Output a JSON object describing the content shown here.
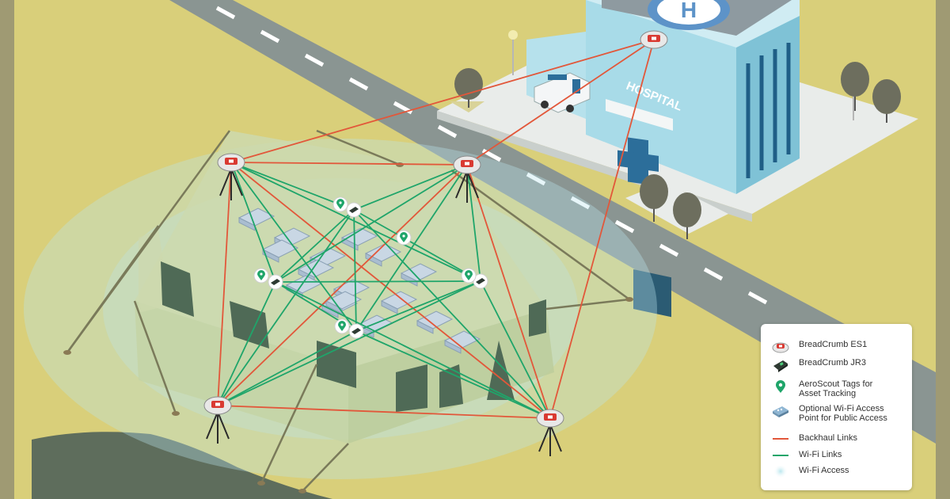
{
  "colors": {
    "backhaul": "#e2573a",
    "wifi": "#1fa56a",
    "ground": "#d9cf7a",
    "road": "#8a9592",
    "tent": "#cdd9ae",
    "tent_dark": "#4f6a56",
    "hospital": "#a8dbe8",
    "wifi_access": "#b9e6ee"
  },
  "icons": {
    "es1": "breadcrumb-es1-icon",
    "jr3": "breadcrumb-jr3-icon",
    "tag": "map-pin-icon",
    "ap": "wifi-access-point-icon"
  },
  "hospital": {
    "sign": "HOSPITAL",
    "helipad": "H"
  },
  "legend": {
    "items": [
      {
        "label": "BreadCrumb ES1",
        "symbol": "es1"
      },
      {
        "label": "BreadCrumb JR3",
        "symbol": "jr3"
      },
      {
        "label": "AeroScout Tags for\nAsset Tracking",
        "symbol": "tag"
      },
      {
        "label": "Optional Wi-Fi Access\nPoint for Public Access",
        "symbol": "ap"
      },
      {
        "label": "Backhaul Links",
        "symbol": "backhaul"
      },
      {
        "label": "Wi-Fi Links",
        "symbol": "wifi"
      },
      {
        "label": "Wi-Fi Access",
        "symbol": "wifi-access"
      }
    ]
  }
}
